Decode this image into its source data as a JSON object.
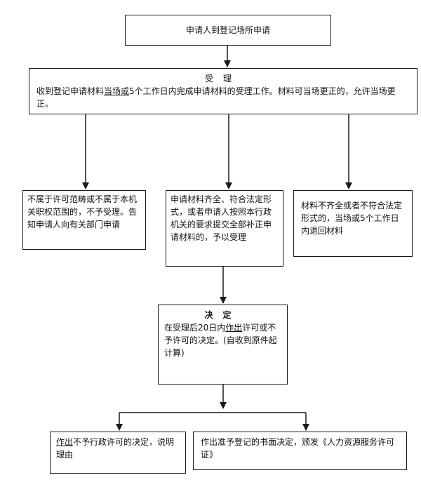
{
  "step1": {
    "text": "申请人到登记场所申请"
  },
  "step2": {
    "title": "受理",
    "line1_pre": "收到登记申请材料",
    "line1_u1": "当场",
    "line1_u2": "或",
    "line1_post": "5个工作日内完成申请材料的受理工作。材料可当场更正的，允许当场更正。"
  },
  "branch_left": {
    "text": "不属于许可范畴或不属于本机关职权范围的，不予受理。告知申请人向有关部门申请"
  },
  "branch_mid": {
    "text": "申请材料齐全、符合法定形式，或者申请人按照本行政机关的要求提交全部补正申请材料的，予以受理"
  },
  "branch_right": {
    "text": "材料不齐全或者不符合法定形式的，当场或5个工作日内退回材料"
  },
  "decision": {
    "title": "决定",
    "pre": "在受理后20日内",
    "u": "作出",
    "post": "许可或不予许可的决定。(自收到原件起计算)"
  },
  "result_left": {
    "u": "作出",
    "post": "不予行政许可的决定，说明理由"
  },
  "result_right": {
    "text": "作出准予登记的书面决定，颁发《人力资源服务许可证》"
  },
  "colors": {
    "line": "#1a1a1a",
    "background": "#ffffff"
  }
}
